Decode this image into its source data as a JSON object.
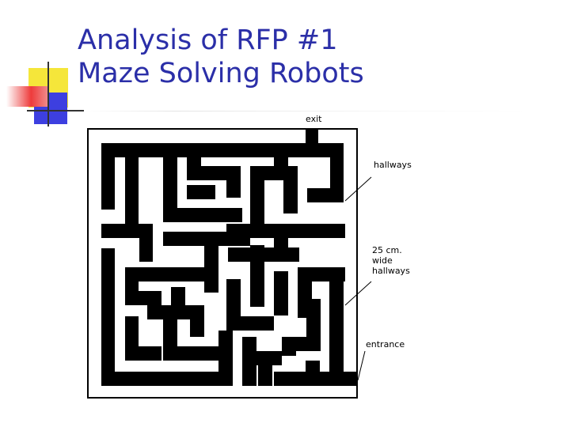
{
  "slide": {
    "title_line1": "Analysis of RFP #1",
    "title_line2": "Maze Solving Robots",
    "title_color": "#2b2fa8"
  },
  "figure": {
    "annotations": {
      "exit": "exit",
      "hallways": "hallways",
      "wide_hallways": "25 cm.\nwide\nhallways",
      "entrance": "entrance"
    }
  },
  "colors": {
    "accent_yellow": "#f5e63a",
    "accent_blue": "#3d3fe0",
    "accent_red": "#ee3b3b",
    "maze_wall": "#000000"
  }
}
